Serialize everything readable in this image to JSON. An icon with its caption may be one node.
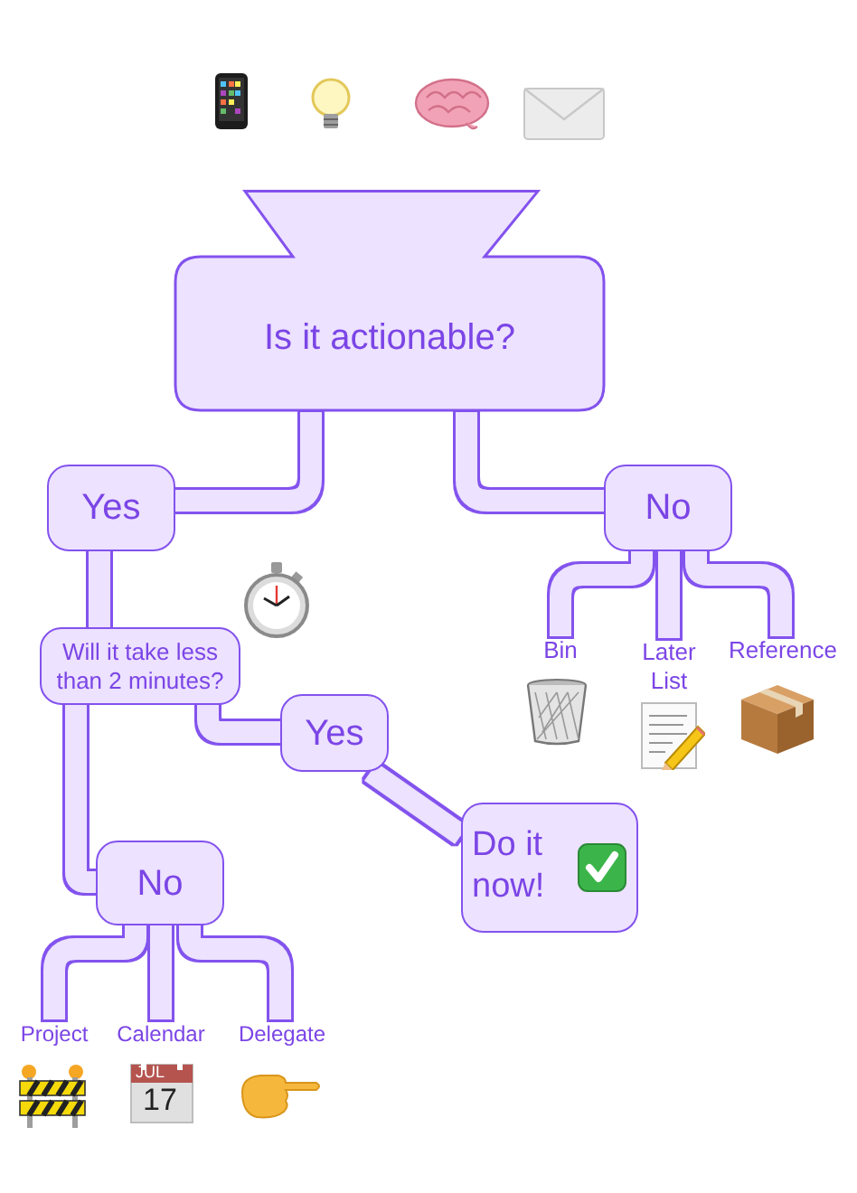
{
  "diagram": {
    "nodes": [
      {
        "text": [
          "Is it actionable?"
        ]
      },
      {
        "text": [
          "Yes"
        ]
      },
      {
        "text": [
          "No"
        ]
      },
      {
        "text": [
          "Bin"
        ]
      },
      {
        "text": [
          "Later List"
        ]
      },
      {
        "text": [
          "Reference"
        ]
      },
      {
        "text": [
          "Will it take less than 2 minutes?"
        ]
      },
      {
        "text": [
          "Yes"
        ]
      },
      {
        "text": [
          "Do it now!"
        ]
      },
      {
        "text": [
          "No"
        ]
      },
      {
        "text": [
          "Project"
        ]
      },
      {
        "text": [
          "Calendar"
        ]
      },
      {
        "text": [
          "Delegate"
        ]
      }
    ],
    "edges": [
      {
        "from": 0,
        "to": 1,
        "arrow": "none"
      },
      {
        "from": 0,
        "to": 2,
        "arrow": "none"
      },
      {
        "from": 2,
        "to": 3,
        "arrow": "none"
      },
      {
        "from": 2,
        "to": 4,
        "arrow": "none"
      },
      {
        "from": 2,
        "to": 5,
        "arrow": "none"
      },
      {
        "from": 1,
        "to": 6,
        "arrow": "none"
      },
      {
        "from": 6,
        "to": 7,
        "arrow": "none"
      },
      {
        "from": 7,
        "to": 8,
        "arrow": "none"
      },
      {
        "from": 6,
        "to": 9,
        "arrow": "none"
      },
      {
        "from": 9,
        "to": 10,
        "arrow": "none"
      },
      {
        "from": 9,
        "to": 11,
        "arrow": "none"
      },
      {
        "from": 9,
        "to": 12,
        "arrow": "none"
      }
    ],
    "labels": [
      "JUL",
      "17"
    ]
  }
}
